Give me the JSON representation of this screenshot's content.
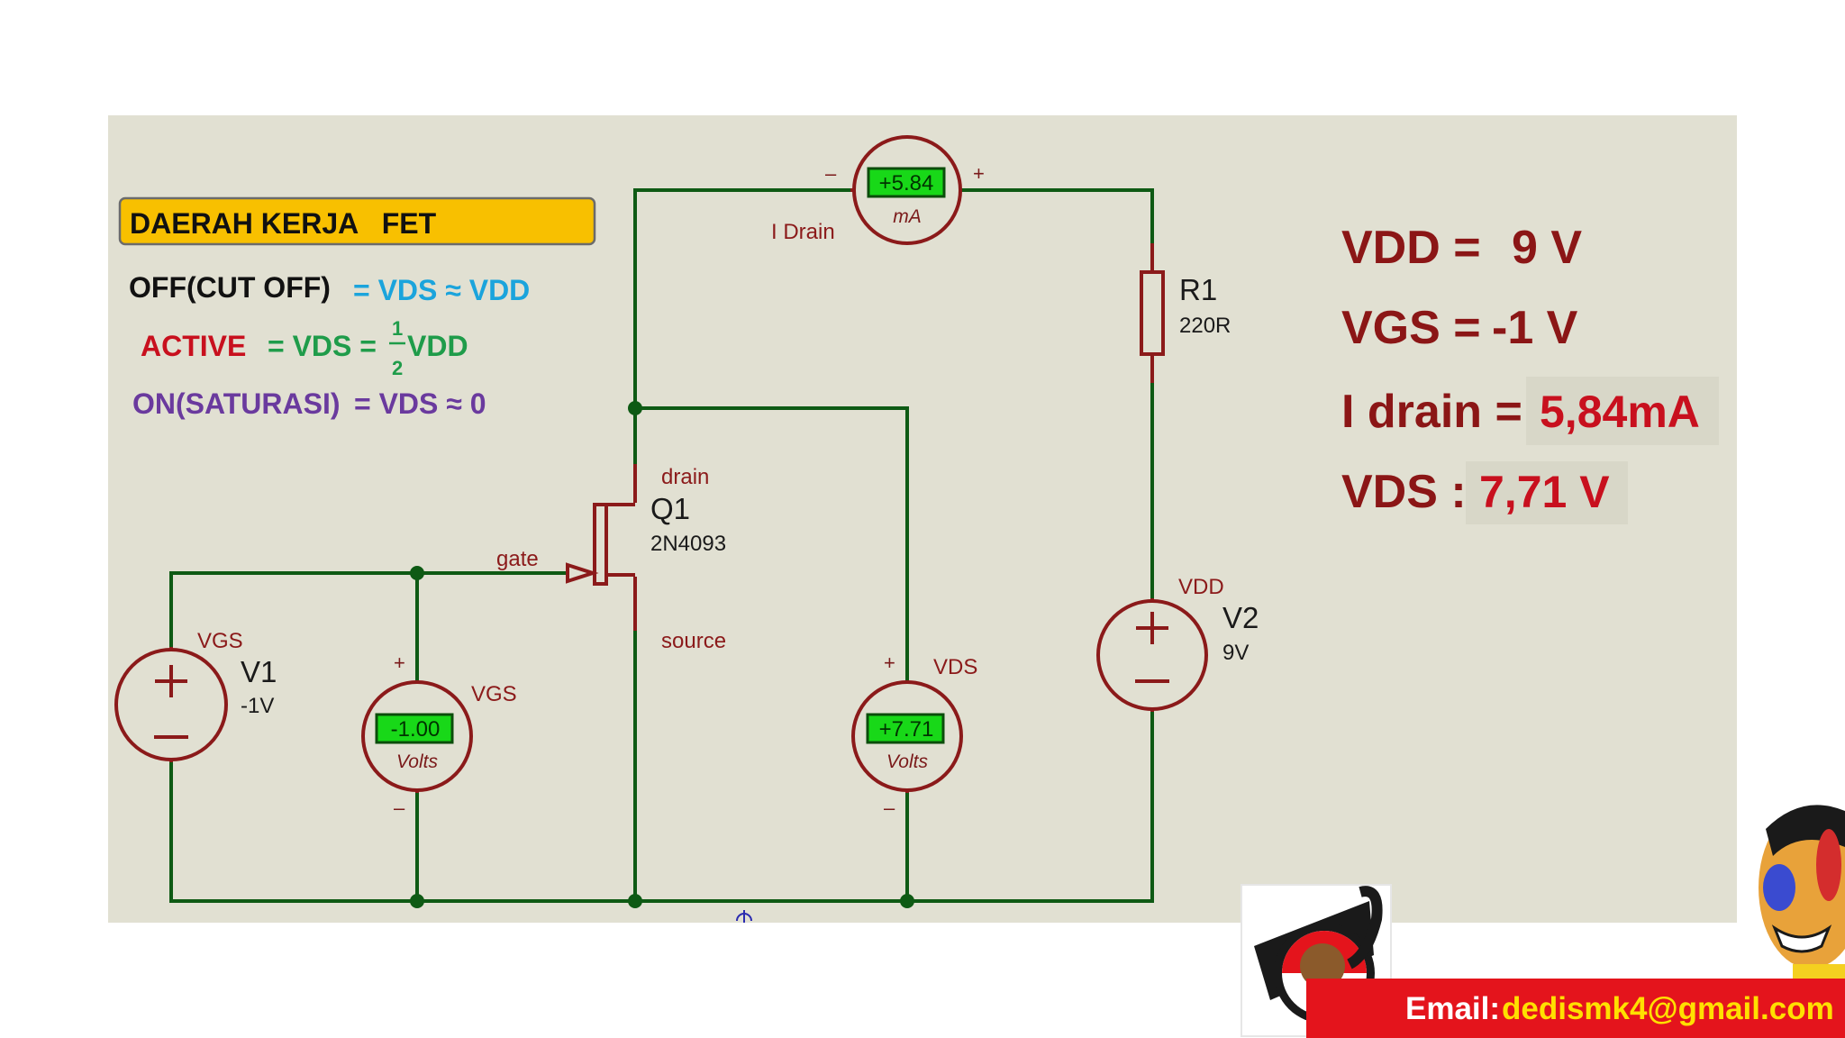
{
  "title_box": "DAERAH KERJA   FET",
  "regions": [
    {
      "name": "OFF(CUT OFF)",
      "formula": "= VDS ≈ VDD"
    },
    {
      "name": "ACTIVE",
      "formula_prefix": "= VDS =",
      "frac_num": "1",
      "frac_den": "2",
      "formula_suffix": "VDD"
    },
    {
      "name": "ON(SATURASI)",
      "formula": "= VDS ≈ 0"
    }
  ],
  "circuit": {
    "ammeter": {
      "reading": "+5.84",
      "unit": "mA",
      "label": "I Drain",
      "minus": "–",
      "plus": "+"
    },
    "resistor": {
      "name": "R1",
      "value": "220R"
    },
    "transistor": {
      "name": "Q1",
      "part": "2N4093",
      "drain": "drain",
      "gate": "gate",
      "source": "source"
    },
    "v1": {
      "name": "V1",
      "value": "-1V",
      "label": "VGS"
    },
    "v2": {
      "name": "V2",
      "value": "9V",
      "label": "VDD"
    },
    "vm_gs": {
      "reading": "-1.00",
      "unit": "Volts",
      "label": "VGS",
      "plus": "+",
      "minus": "–"
    },
    "vm_ds": {
      "reading": "+7.71",
      "unit": "Volts",
      "label": "VDS",
      "plus": "+",
      "minus": "–"
    }
  },
  "results": [
    {
      "label": "VDD =",
      "value": "9 V"
    },
    {
      "label": "VGS =",
      "value": "-1 V"
    },
    {
      "label": "I drain =",
      "value": "5,84mA"
    },
    {
      "label": "VDS :",
      "value": "7,71 V"
    }
  ],
  "footer": {
    "email_label": "Email:",
    "email": "dedismk4@gmail.com"
  },
  "colors": {
    "canvas": "#e1e0d2",
    "wire": "#0e5a14",
    "component": "#8b1a1a",
    "title_box": "#f8c000",
    "off": "#1ba4dc",
    "active_name": "#c8101e",
    "active_formula": "#1f9c4a",
    "on": "#6a3a9e",
    "lcd": "#18d818",
    "email_bar": "#e4141c",
    "email_text": "#ffe000"
  }
}
